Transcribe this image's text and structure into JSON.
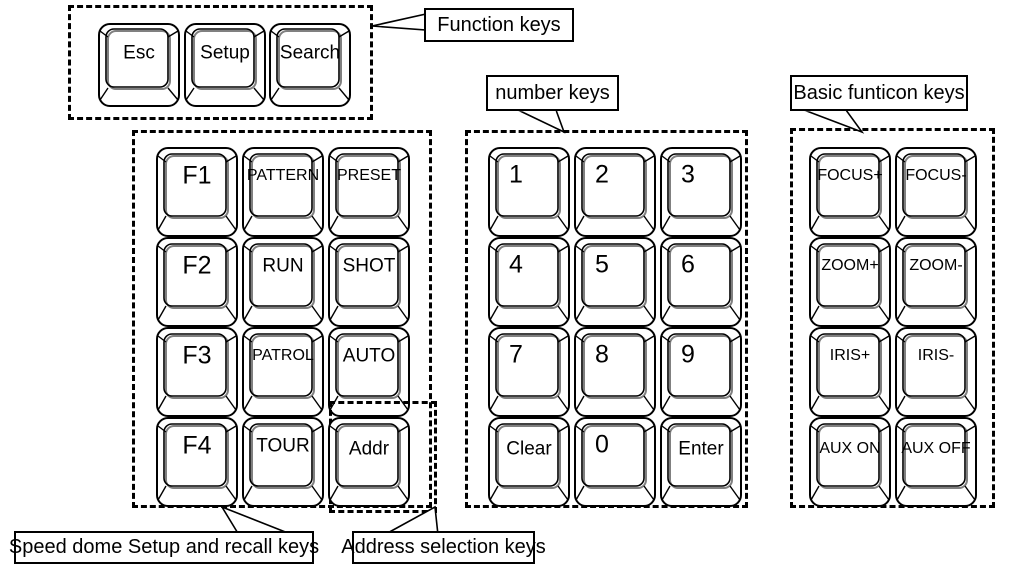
{
  "diagram": {
    "title": "Keyboard key group layout",
    "line_color": "#000000",
    "key_face_color": "#ffffff",
    "key_shadow_color": "#8c8c8c"
  },
  "callouts": {
    "function_keys": "Function keys",
    "number_keys": "number keys",
    "basic_function_keys": "Basic funticon keys",
    "speed_dome": "Speed dome Setup and recall keys",
    "address_selection": "Address selection keys"
  },
  "groups": {
    "function_keys": {
      "label": "Function keys",
      "keys": [
        {
          "label": "Esc",
          "size": "md"
        },
        {
          "label": "Setup",
          "size": "md"
        },
        {
          "label": "Search",
          "size": "md"
        }
      ]
    },
    "speed_dome": {
      "label": "Speed dome Setup and recall keys",
      "rows": [
        [
          {
            "label": "F1",
            "size": "lg"
          },
          {
            "label": "PATTERN",
            "size": "sm"
          },
          {
            "label": "PRESET",
            "size": "sm"
          }
        ],
        [
          {
            "label": "F2",
            "size": "lg"
          },
          {
            "label": "RUN",
            "size": "md"
          },
          {
            "label": "SHOT",
            "size": "md"
          }
        ],
        [
          {
            "label": "F3",
            "size": "lg"
          },
          {
            "label": "PATROL",
            "size": "sm"
          },
          {
            "label": "AUTO",
            "size": "md"
          }
        ],
        [
          {
            "label": "F4",
            "size": "lg"
          },
          {
            "label": "TOUR",
            "size": "md"
          },
          {
            "label": "Addr",
            "size": "md"
          }
        ]
      ]
    },
    "number_keys": {
      "label": "number keys",
      "rows": [
        [
          {
            "label": "1",
            "size": "lg"
          },
          {
            "label": "2",
            "size": "lg"
          },
          {
            "label": "3",
            "size": "lg"
          }
        ],
        [
          {
            "label": "4",
            "size": "lg"
          },
          {
            "label": "5",
            "size": "lg"
          },
          {
            "label": "6",
            "size": "lg"
          }
        ],
        [
          {
            "label": "7",
            "size": "lg"
          },
          {
            "label": "8",
            "size": "lg"
          },
          {
            "label": "9",
            "size": "lg"
          }
        ],
        [
          {
            "label": "Clear",
            "size": "md"
          },
          {
            "label": "0",
            "size": "lg"
          },
          {
            "label": "Enter",
            "size": "md"
          }
        ]
      ]
    },
    "basic_function_keys": {
      "label": "Basic funticon keys",
      "rows": [
        [
          {
            "label": "FOCUS+",
            "size": "sm"
          },
          {
            "label": "FOCUS-",
            "size": "sm"
          }
        ],
        [
          {
            "label": "ZOOM+",
            "size": "sm"
          },
          {
            "label": "ZOOM-",
            "size": "sm"
          }
        ],
        [
          {
            "label": "IRIS+",
            "size": "sm"
          },
          {
            "label": "IRIS-",
            "size": "sm"
          }
        ],
        [
          {
            "label": "AUX ON",
            "size": "sm"
          },
          {
            "label": "AUX OFF",
            "size": "sm"
          }
        ]
      ]
    }
  }
}
